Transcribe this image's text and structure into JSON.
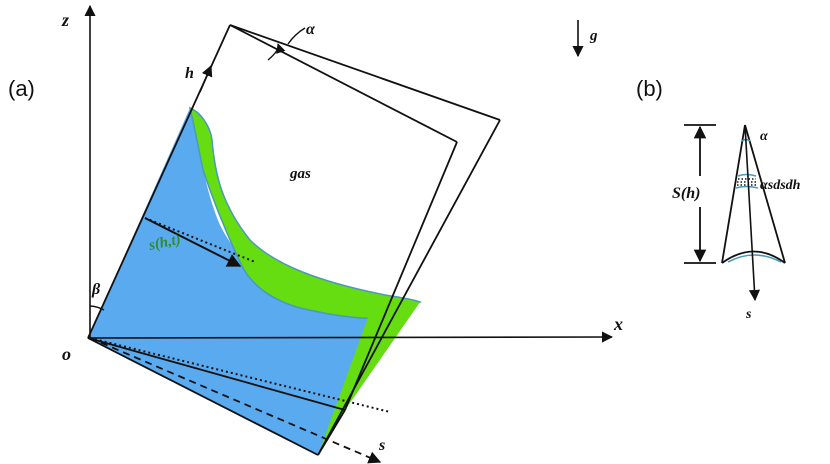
{
  "panels": {
    "a": {
      "label": "(a)"
    },
    "b": {
      "label": "(b)"
    }
  },
  "axes": {
    "z": "z",
    "x": "x",
    "origin": "o",
    "h": "h",
    "s": "s"
  },
  "annotations": {
    "alpha": "α",
    "beta": "β",
    "gravity": "g",
    "gas": "gas",
    "film": "s(h,t)"
  },
  "inset": {
    "apex_angle": "α",
    "element": "αsdsdh",
    "height": "S(h)",
    "axis": "s"
  },
  "colors": {
    "liquid": "#5aaaf0",
    "film": "#66dd11",
    "film_edge": "#4a9ab8",
    "ink": "#111111"
  }
}
